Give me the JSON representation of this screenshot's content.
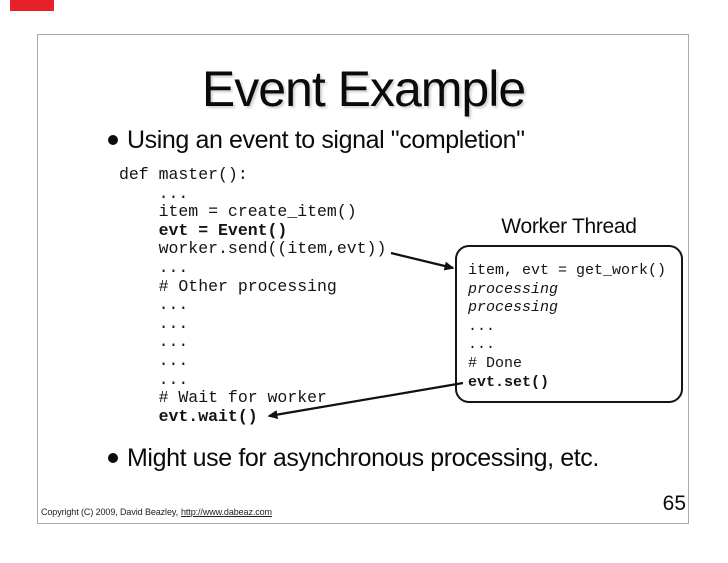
{
  "slide": {
    "title": "Event Example",
    "bullet_top": "Using an event to signal \"completion\"",
    "bullet_bottom": "Might use for asynchronous processing, etc.",
    "master_code": [
      {
        "text": "def master():",
        "style": "normal"
      },
      {
        "text": "    ...",
        "style": "normal"
      },
      {
        "text": "    item = create_item()",
        "style": "normal"
      },
      {
        "text": "    evt = Event()",
        "style": "bold"
      },
      {
        "text": "    worker.send((item,evt))",
        "style": "normal"
      },
      {
        "text": "    ...",
        "style": "normal"
      },
      {
        "text": "    # Other processing",
        "style": "normal"
      },
      {
        "text": "    ...",
        "style": "normal"
      },
      {
        "text": "    ...",
        "style": "normal"
      },
      {
        "text": "    ...",
        "style": "normal"
      },
      {
        "text": "    ...",
        "style": "normal"
      },
      {
        "text": "    ...",
        "style": "normal"
      },
      {
        "text": "    # Wait for worker",
        "style": "normal"
      },
      {
        "text": "    evt.wait()",
        "style": "bold"
      }
    ],
    "worker_thread": {
      "label": "Worker Thread",
      "code": [
        {
          "text": "item, evt = get_work()",
          "style": "normal"
        },
        {
          "text": "processing",
          "style": "italic"
        },
        {
          "text": "processing",
          "style": "italic"
        },
        {
          "text": "...",
          "style": "normal"
        },
        {
          "text": "...",
          "style": "normal"
        },
        {
          "text": "# Done",
          "style": "normal"
        },
        {
          "text": "evt.set()",
          "style": "bold"
        }
      ]
    },
    "footer": {
      "copyright": "Copyright (C) 2009, David Beazley,",
      "link": "http://www.dabeaz.com"
    },
    "page_number": "65"
  },
  "icons": {
    "bullet_marker": "filled-circle",
    "flow_arrows": "solid-line-with-arrowhead"
  },
  "colors": {
    "background": "#ffffff",
    "text": "#111111",
    "slide_border": "#a9a9a9",
    "box_border": "#151515",
    "red_badge": "#e8202a"
  }
}
